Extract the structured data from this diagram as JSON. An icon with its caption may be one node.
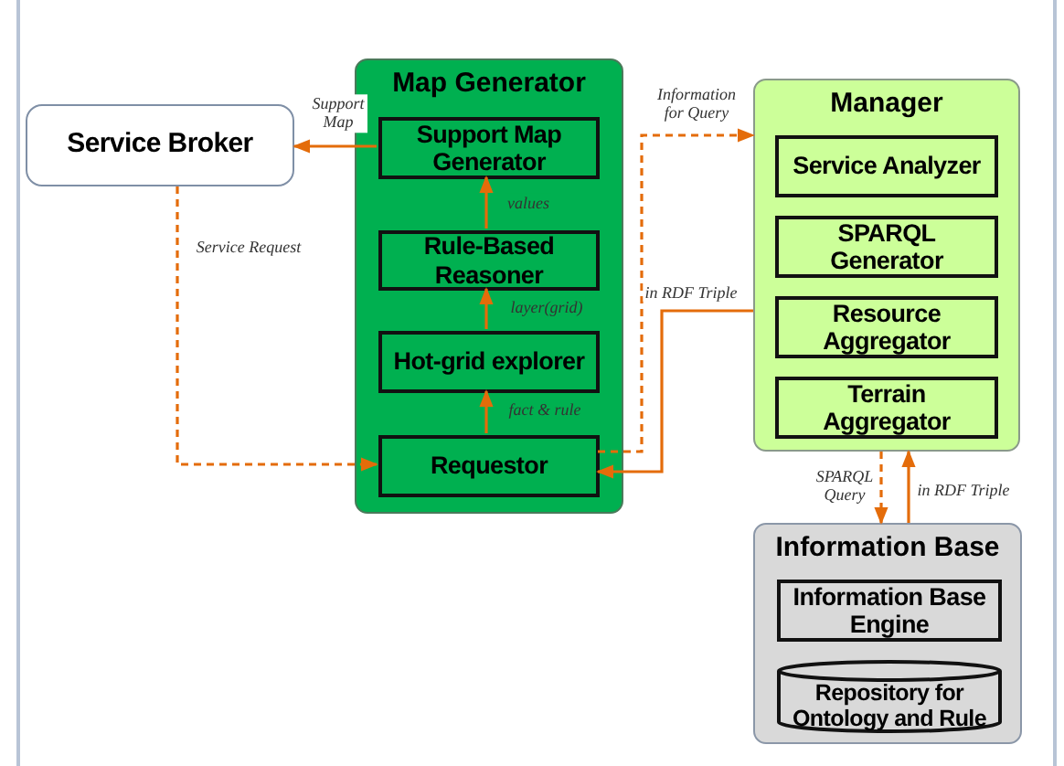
{
  "diagram": {
    "nodes": [
      {
        "text": [
          "Service Broker"
        ]
      },
      {
        "text": [
          "Map Generator"
        ]
      },
      {
        "text": [
          "Support Map Generator"
        ],
        "in": 1
      },
      {
        "text": [
          "Rule-Based Reasoner"
        ],
        "in": 1
      },
      {
        "text": [
          "Hot-grid explorer"
        ],
        "in": 1
      },
      {
        "text": [
          "Requestor"
        ],
        "in": 1
      },
      {
        "text": [
          "Manager"
        ]
      },
      {
        "text": [
          "Service Analyzer"
        ],
        "in": 6
      },
      {
        "text": [
          "SPARQL Generator"
        ],
        "in": 6
      },
      {
        "text": [
          "Resource Aggregator"
        ],
        "in": 6
      },
      {
        "text": [
          "Terrain Aggregator"
        ],
        "in": 6
      },
      {
        "text": [
          "Information Base"
        ]
      },
      {
        "text": [
          "Information Base Engine"
        ],
        "in": 11
      },
      {
        "text": [
          "Repository for Ontology and Rule"
        ],
        "in": 11
      }
    ],
    "edges": [
      {
        "from": 2,
        "to": 0,
        "arrow": "to",
        "label": "Support Map"
      },
      {
        "from": 0,
        "to": 5,
        "arrow": "to",
        "label": "Service Request",
        "style": "dashed"
      },
      {
        "from": 5,
        "to": 4,
        "arrow": "to",
        "label": "fact & rule"
      },
      {
        "from": 4,
        "to": 3,
        "arrow": "to",
        "label": "layer(grid)"
      },
      {
        "from": 3,
        "to": 2,
        "arrow": "to",
        "label": "values"
      },
      {
        "from": 5,
        "to": 6,
        "arrow": "to",
        "label": "Information for Query",
        "style": "dashed"
      },
      {
        "from": 6,
        "to": 5,
        "arrow": "to",
        "label": "in RDF Triple"
      },
      {
        "from": 6,
        "to": 11,
        "arrow": "to",
        "label": "SPARQL Query",
        "style": "dashed"
      },
      {
        "from": 11,
        "to": 6,
        "arrow": "to",
        "label": "in RDF Triple"
      }
    ]
  }
}
